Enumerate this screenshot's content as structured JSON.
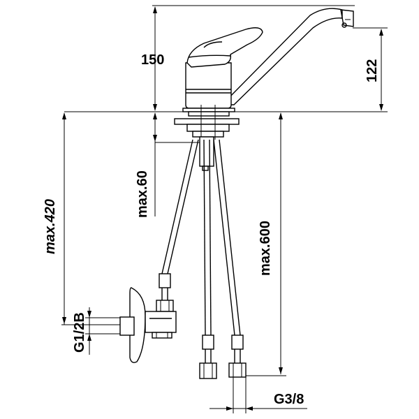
{
  "dimensions": {
    "height_150": "150",
    "height_122": "122",
    "max_60": "max.60",
    "max_420": "max.420",
    "max_600": "max.600",
    "thread_g12b": "G1/2B",
    "thread_g38": "G3/8"
  }
}
